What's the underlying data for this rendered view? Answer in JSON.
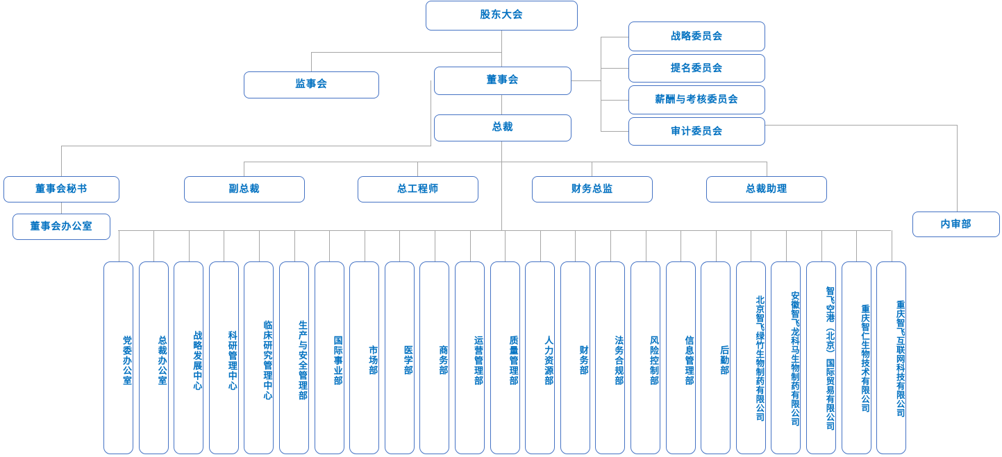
{
  "meta": {
    "title": "组织结构图",
    "colors": {
      "border": "#4472c4",
      "text": "#0070c0",
      "connector": "#a6a6a6",
      "background": "#ffffff"
    }
  },
  "governance": {
    "shareholders_meeting": "股东大会",
    "supervisory_board": "监事会",
    "board_of_directors": "董事会",
    "president": "总裁"
  },
  "committees": [
    {
      "label": "战略委员会"
    },
    {
      "label": "提名委员会"
    },
    {
      "label": "薪酬与考核委员会"
    },
    {
      "label": "审计委员会"
    }
  ],
  "executives": [
    {
      "label": "董事会秘书"
    },
    {
      "label": "副总裁"
    },
    {
      "label": "总工程师"
    },
    {
      "label": "财务总监"
    },
    {
      "label": "总裁助理"
    }
  ],
  "board_office": "董事会办公室",
  "internal_audit": "内审部",
  "departments": [
    {
      "label": "党委办公室",
      "long": false
    },
    {
      "label": "总裁办公室",
      "long": false
    },
    {
      "label": "战略发展中心",
      "long": false
    },
    {
      "label": "科研管理中心",
      "long": false
    },
    {
      "label": "临床研究管理中心",
      "long": false
    },
    {
      "label": "生产与安全管理部",
      "long": false
    },
    {
      "label": "国际事业部",
      "long": false
    },
    {
      "label": "市场部",
      "long": false
    },
    {
      "label": "医学部",
      "long": false
    },
    {
      "label": "商务部",
      "long": false
    },
    {
      "label": "运营管理部",
      "long": false
    },
    {
      "label": "质量管理部",
      "long": false
    },
    {
      "label": "人力资源部",
      "long": false
    },
    {
      "label": "财务部",
      "long": false
    },
    {
      "label": "法务合规部",
      "long": false
    },
    {
      "label": "风险控制部",
      "long": false
    },
    {
      "label": "信息管理部",
      "long": false
    },
    {
      "label": "后勤部",
      "long": false
    },
    {
      "label": "北京智飞绿竹生物制药有限公司",
      "long": true
    },
    {
      "label": "安徽智飞龙科马生物制药有限公司",
      "long": true
    },
    {
      "label": "智飞空港（北京）国际贸易有限公司",
      "long": true
    },
    {
      "label": "重庆智仁生物技术有限公司",
      "long": true
    },
    {
      "label": "重庆智飞互联网科技有限公司",
      "long": true
    }
  ]
}
